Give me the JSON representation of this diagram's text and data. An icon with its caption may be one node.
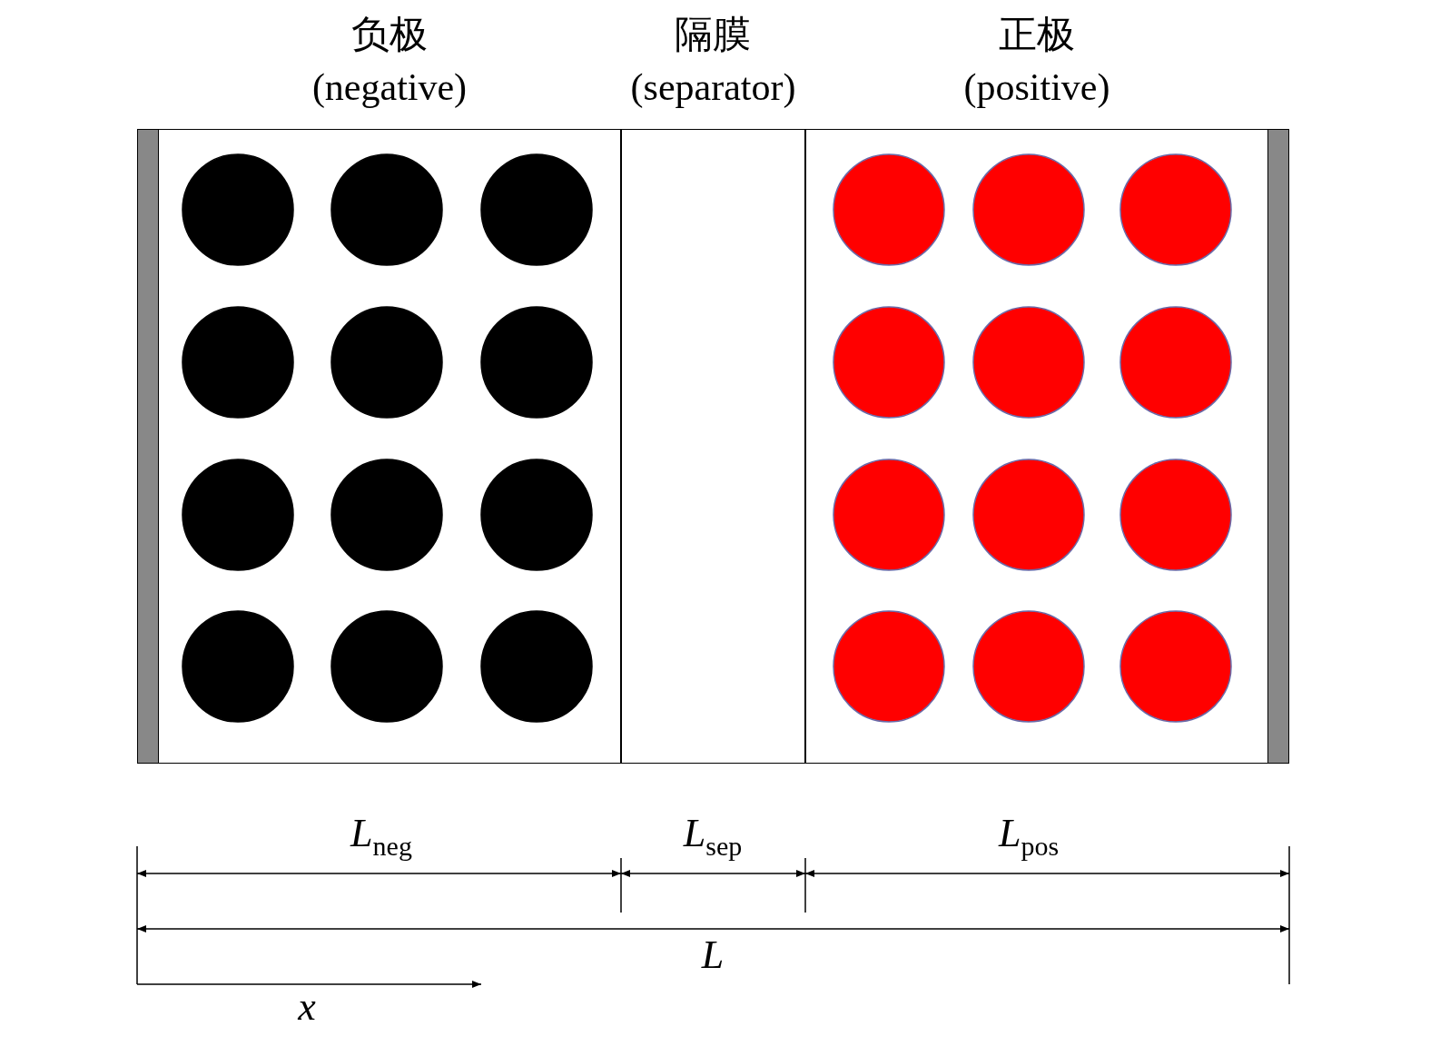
{
  "diagram": {
    "nodes": [
      {
        "text": [
          "负极 (negative)"
        ]
      },
      {
        "text": [
          "隔膜 (separator)"
        ]
      },
      {
        "text": [
          "正极 (positive)"
        ]
      },
      {
        "text": [],
        "shape": "bar"
      },
      {
        "text": [],
        "shape": "bar"
      }
    ],
    "edges": [],
    "labels": [
      "*L*$_{neg}$",
      "*L*$_{sep}$",
      "*L*$_{pos}$",
      "*L*",
      "x"
    ]
  }
}
